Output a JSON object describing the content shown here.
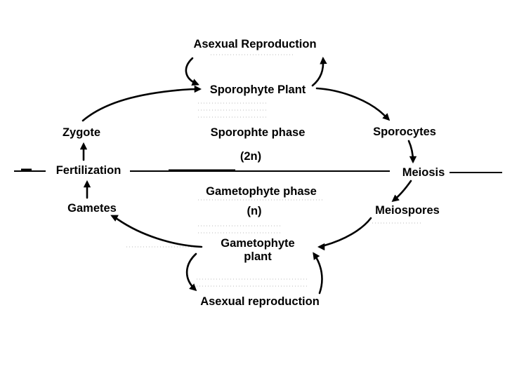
{
  "diagram": {
    "labels": {
      "asexual_reproduction_top": "Asexual Reproduction",
      "sporophyte_plant": "Sporophyte Plant",
      "zygote": "Zygote",
      "sporophyte_phase": "Sporophte phase",
      "sporocytes": "Sporocytes",
      "ploidy_2n": "(2n)",
      "fertilization": "Fertilization",
      "meiosis": "Meiosis",
      "gametophyte_phase": "Gametophyte phase",
      "gametes": "Gametes",
      "ploidy_n": "(n)",
      "meiospores": "Meiospores",
      "gametophyte_plant_line1": "Gametophyte",
      "gametophyte_plant_line2": "plant",
      "asexual_reproduction_bottom": "Asexual reproduction"
    },
    "colors": {
      "ink": "#000000",
      "background": "#ffffff"
    }
  }
}
